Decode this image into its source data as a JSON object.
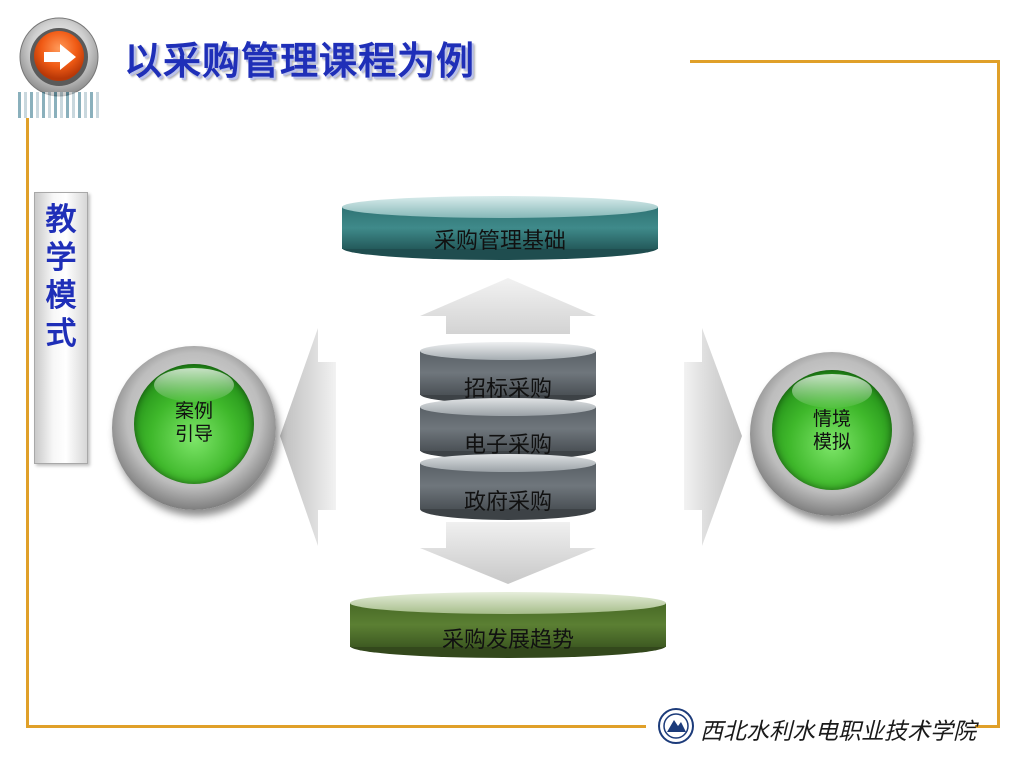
{
  "title": "以采购管理课程为例",
  "side_label": [
    "教",
    "学",
    "模",
    "式"
  ],
  "stack": {
    "top_disc": "采购管理基础",
    "middle": [
      "招标采购",
      "电子采购",
      "政府采购"
    ],
    "bottom_disc": "采购发展趋势"
  },
  "left_orb": [
    "案例",
    "引导"
  ],
  "right_orb": [
    "情境",
    "模拟"
  ],
  "footer_logo": "西北水利水电职业技术学院",
  "colors": {
    "frame": "#e0a029",
    "title": "#1f2fb8",
    "teal_disc": "#2f6f70",
    "green_disc": "#4a6a2a",
    "gray_disc": "#5a5f63",
    "orb_green": "#3fb82b"
  },
  "icons": {
    "nav": "right-arrow-icon",
    "logo": "college-emblem-icon"
  }
}
